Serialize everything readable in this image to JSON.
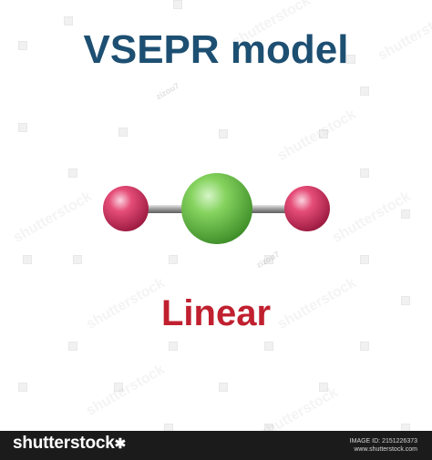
{
  "title": "VSEPR model",
  "geometry_label": "Linear",
  "colors": {
    "title": "#1d4f72",
    "label": "#c0202f",
    "central_atom": "#6cc24a",
    "outer_atom": "#d8345f",
    "bond": "#8a8a8a",
    "footer": "#1b1b1b"
  },
  "molecule": {
    "atoms": [
      {
        "role": "outer"
      },
      {
        "role": "central"
      },
      {
        "role": "outer"
      }
    ],
    "bonds": 2
  },
  "watermark": {
    "brand": "shutterstock",
    "contributor": "zizou7"
  },
  "footer": {
    "logo": "shutterstock",
    "logo_mark": "✱",
    "image_id": "IMAGE ID: 2151226373",
    "site": "www.shutterstock.com"
  }
}
